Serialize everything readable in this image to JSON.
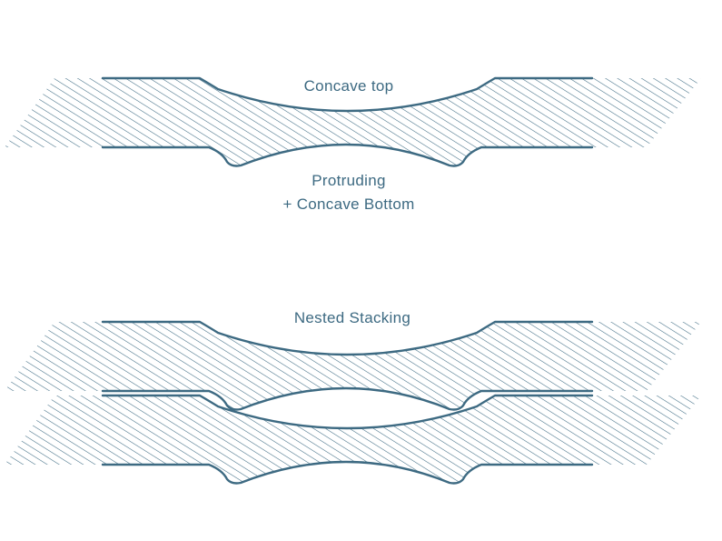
{
  "colors": {
    "stroke": "#3d6a82",
    "hatch": "#3d6a82",
    "text": "#3d6a82",
    "background": "#ffffff"
  },
  "labels": {
    "concave_top": "Concave top",
    "protruding_line1": "Protruding",
    "protruding_line2": "+ Concave Bottom",
    "nested_stacking": "Nested Stacking"
  },
  "parts": [
    {
      "name": "single-part",
      "features": [
        "concave-top",
        "protruding-concave-bottom"
      ]
    },
    {
      "name": "nested-upper-part",
      "features": [
        "concave-top",
        "protruding-concave-bottom"
      ]
    },
    {
      "name": "nested-lower-part",
      "features": [
        "concave-top",
        "protruding-concave-bottom"
      ]
    }
  ]
}
